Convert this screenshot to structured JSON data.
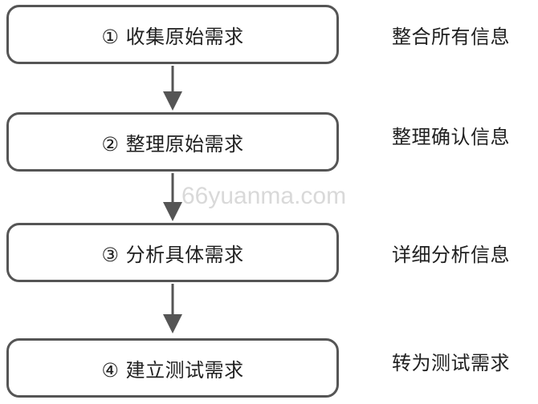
{
  "steps": [
    {
      "label": "① 收集原始需求",
      "note": "整合所有信息"
    },
    {
      "label": "② 整理原始需求",
      "note": "整理确认信息"
    },
    {
      "label": "③ 分析具体需求",
      "note": "详细分析信息"
    },
    {
      "label": "④ 建立测试需求",
      "note": "转为测试需求"
    }
  ],
  "watermark": "66yuanma.com",
  "colors": {
    "border": "#555555",
    "arrow": "#555555",
    "watermark": "#d9d9d9"
  }
}
